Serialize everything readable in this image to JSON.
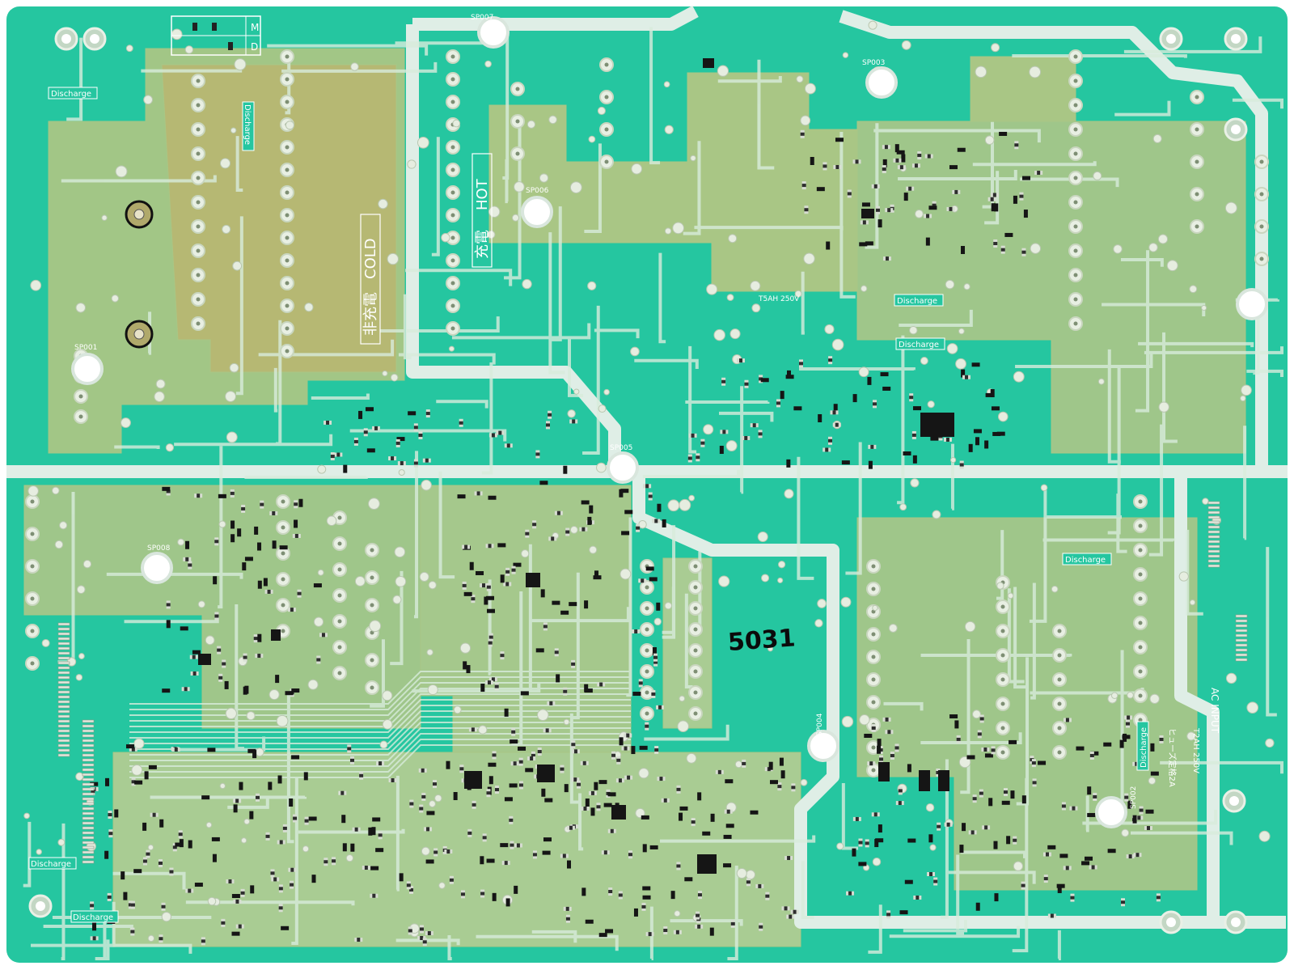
{
  "board": {
    "colors": {
      "substrate": "#25c6a0",
      "substrate_light": "#3fd3ae",
      "copper": "#9fc68a",
      "copper_dark": "#b7c179",
      "silk": "#ffffff",
      "pad": "#e9efe2",
      "chip": "#121212",
      "background": "#ffffff"
    },
    "labels": {
      "discharge": "Discharge",
      "cold": "COLD",
      "hot": "HOT",
      "non_charging_kanji": "非充電",
      "charging_kanji": "充電",
      "fuse_rating_top": "T5AH 250V",
      "fuse_rating_bottom": "T2AH 250V",
      "fuse_note": "ヒューズ定格2A",
      "ac_input": "AC INPUT",
      "handwritten_mark": "5031",
      "corner_m": "M",
      "corner_d": "D"
    },
    "test_points": [
      "SP007",
      "SP003",
      "SP006",
      "SP001",
      "SP005",
      "SP004",
      "SP002",
      "SP008"
    ]
  }
}
